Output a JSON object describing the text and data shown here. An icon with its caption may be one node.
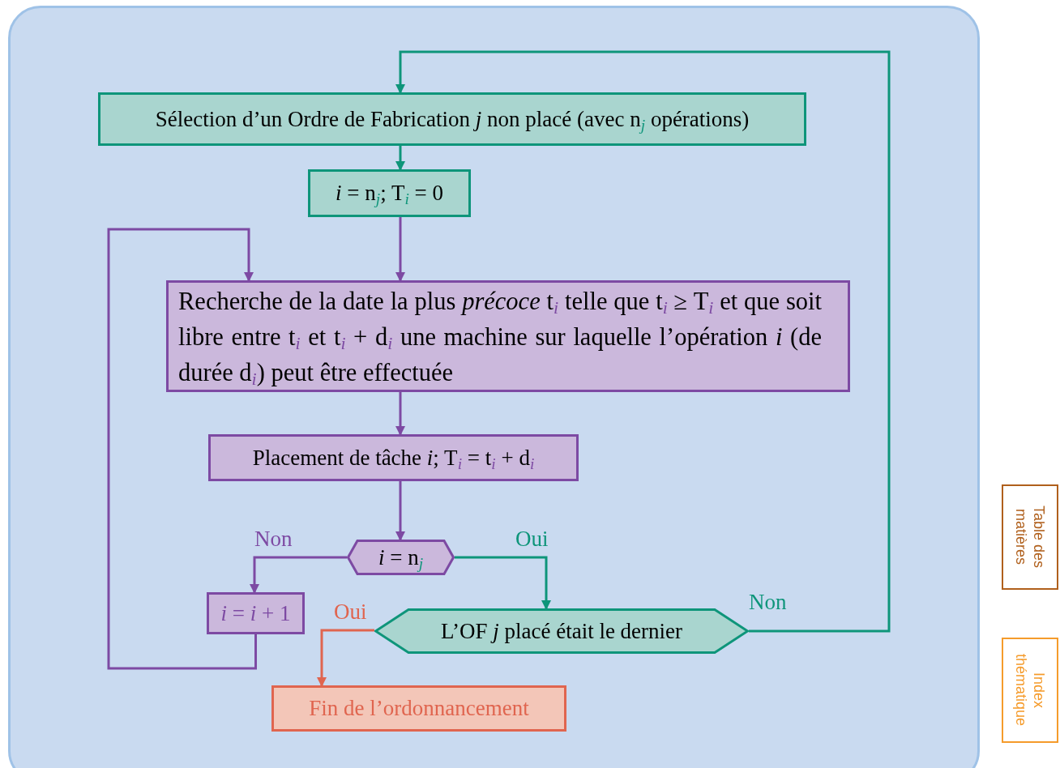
{
  "diagram": {
    "nodes": [
      {
        "text": [
          "Sélection d’un Ordre de Fabrication *j* non placé (avec n$_{j}$ opérations)"
        ]
      },
      {
        "text": [
          "*i* = n$_{j}$; T$_{i}$ = 0"
        ]
      },
      {
        "text": [
          "Recherche de la date la plus *précoce* t$_{i}$ telle que t$_{i}$ ≥ T$_{i}$ et que soit libre entre t$_{i}$ et t$_{i}$ + d$_{i}$ une machine sur laquelle l’opération *i* (de durée d$_{i}$) peut être effectuée"
        ]
      },
      {
        "text": [
          "Placement de tâche *i*; T$_{i}$ = t$_{i}$ + d$_{i}$"
        ]
      },
      {
        "text": [
          "*i* = n$_{j}$"
        ]
      },
      {
        "text": [
          "*i* = *i* + 1"
        ]
      },
      {
        "text": [
          "L’OF *j* placé était le dernier"
        ]
      },
      {
        "text": [
          "Fin de l’ordonnancement"
        ]
      },
      {
        "text": [
          "Table des matières"
        ]
      },
      {
        "text": [
          "Index thématique"
        ]
      }
    ],
    "edges": [
      {
        "from": 6,
        "to": 0,
        "arrow": "to",
        "label": "Non",
        "color": "#0e957a"
      },
      {
        "from": 0,
        "to": 1,
        "arrow": "to",
        "color": "#0e957a"
      },
      {
        "from": 1,
        "to": 2,
        "arrow": "to"
      },
      {
        "from": 2,
        "to": 3,
        "arrow": "to"
      },
      {
        "from": 3,
        "to": 4,
        "arrow": "to"
      },
      {
        "from": 4,
        "to": 5,
        "arrow": "to",
        "label": "Non"
      },
      {
        "from": 4,
        "to": 6,
        "arrow": "to",
        "label": "Oui",
        "color": "#0e957a"
      },
      {
        "from": 5,
        "to": 2,
        "arrow": "to"
      },
      {
        "from": 6,
        "to": 7,
        "arrow": "to",
        "label": "Oui",
        "color": "#e0654f"
      }
    ]
  }
}
